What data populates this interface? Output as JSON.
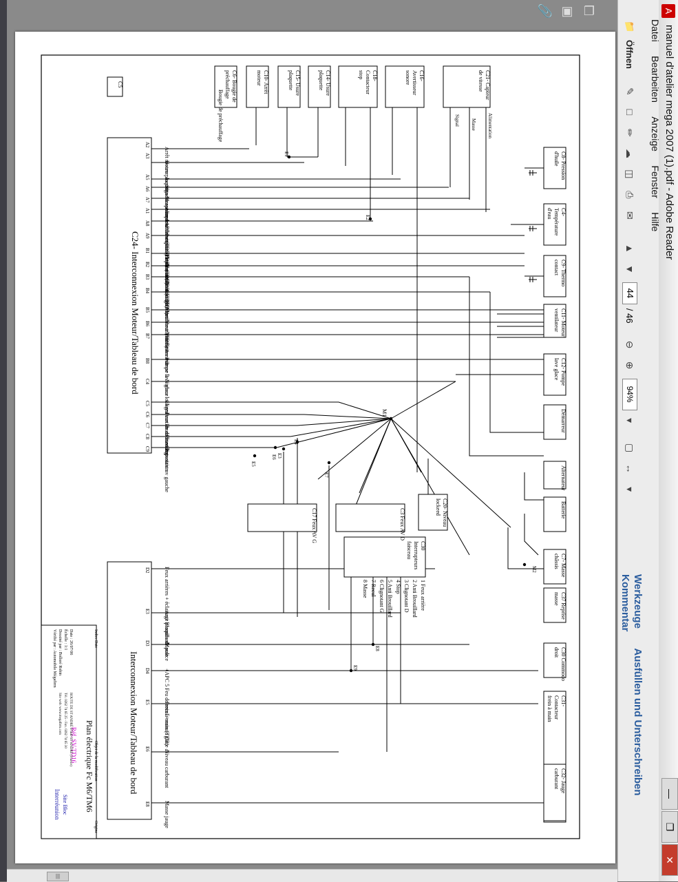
{
  "window": {
    "title": "manuel d'atelier mega 2007 (1).pdf - Adobe Reader"
  },
  "menu": [
    "Datei",
    "Bearbeiten",
    "Anzeige",
    "Fenster",
    "Hilfe"
  ],
  "toolbar": {
    "open": "Öffnen",
    "page_current": "44",
    "page_total": "/ 46",
    "zoom": "94%"
  },
  "panels": [
    "Werkzeuge",
    "Ausfüllen und Unterschreiben",
    "Kommentar"
  ],
  "colors": {
    "wire": "#000000",
    "magenta": "#cc00cc",
    "blue": "#1a1aaa"
  },
  "diagram": {
    "boxes": {
      "c5": "C5",
      "c6": "C6- Bougie de préchauffage",
      "c10": "C10- Arrêt moteur",
      "c15": "C15- Usure plaquette",
      "c14": "C14- Usure plaquette",
      "c18": "C18- Contacteur stop",
      "c16": "C16- Avertisseur sonore",
      "c21": "C21- Capteur de vitesse",
      "c8": "C8- Pression d'huile",
      "c4": "C4- Température d'eau",
      "c9": "C9- Thermo contact",
      "c11": "C11- Moteur ventilateur",
      "c12": "C12- Pompe lave glace",
      "demarreur": "Démarreur",
      "alternateur": "Alternateur",
      "batterie": "Batterie",
      "c7": "C7- Masse châssis",
      "c37": "C37 Reprise masse",
      "c30a": "C30 Commodo droit",
      "c31": "C31- Contacteur frein à main",
      "c32": "C32- Jauge carburant",
      "c20": "C20- Niveau lockeed",
      "c3": "C3 Feux AV D",
      "c17": "C17 Feux AV G",
      "c30": "C30 Interrupteurs faisceau",
      "c24": "C24- Interconnexion Moteur/Tableau de bord",
      "inter2": "Interconnexion Moteur/Tableau de bord"
    },
    "wire_labels": {
      "arret": "Arrêt moteur",
      "usure": "Usure plaquette",
      "avert": "Avertisseur sonore",
      "signal": "Signal capteur de vitesse (TDB)",
      "masse_cap": "Masse capteur de vitesse (TDB)",
      "alim_cap": "Alimentation capteur de vitesse (TDB)",
      "apc": "+APC",
      "pression": "Pression d'huile (TDB)",
      "temp": "Température d'eau (TDB)",
      "thermo": "Thermo contact (TDB)",
      "excit": "Excitation démarreur",
      "charge": "Charge Alternateur (TDB)",
      "vent1": "Ventilateur vitesse 1",
      "vent2": "Ventilateur vitesse 2",
      "vent3": "Ventilateur vitesse 3",
      "pompe": "Pompe lave glace",
      "niveau": "Niveau lookeed",
      "clign_d": "Clignotant av droit",
      "feux_crois": "Feux de croisement",
      "feux_route": "Feux de route",
      "feux_pos": "Feux de position",
      "clign_g": "Clignotant av gauche",
      "feux_ar": "Feux arrières + éclairage plaques de police",
      "anti": "Anti Brouillard",
      "masse": "Masse",
      "apc5": "+APC 5 Feu de recul + essuie glace ar",
      "frein": "Frein à main (TDB)",
      "niveau_carb": "Niveau carburant",
      "masse_jauge": "Masse jauge",
      "bougie": "Bougie de préchauffage",
      "alimentation": "Alimentation",
      "masse_c21": "Masse",
      "signal_c21": "Signal"
    },
    "c30_items": [
      "1 Feux arrière",
      "2 Anti Brouillard",
      "3 Clignotant D",
      "4 Stop",
      "5 Anti Brouillard",
      "6 Clignotant G",
      "7 Recul",
      "8 Masse"
    ],
    "pins_top": [
      "A2",
      "A3",
      "A5",
      "A6",
      "A7",
      "A1",
      "A8",
      "A9",
      "B1",
      "B2",
      "B3",
      "B4",
      "B5",
      "B6",
      "B7",
      "B8",
      "C4",
      "C5",
      "C6",
      "C7",
      "C8",
      "C9"
    ],
    "pins_bottom": [
      "D2",
      "E3",
      "D3",
      "D4",
      "E5",
      "E6",
      "E8"
    ],
    "nodes": [
      "E1",
      "E2",
      "E3",
      "E4",
      "E5",
      "E6",
      "E7",
      "E8",
      "E9",
      "M1",
      "M2"
    ],
    "title_block": {
      "title": "Plan électrique Fc M6/TM6",
      "ref": "Réf. SV-TD16",
      "company": "Interréunion",
      "date": "Date : 26/07/06",
      "scale": "Échelle : 1:1",
      "drawn": "Dessiné par : Bolloré Robin",
      "verified": "Vérifié par : Automobile Mégafirm",
      "addr": "ROUTE DE ST ANDRÉ 97440 ST ANDRÉ (France)",
      "tel": "Tél. 0262 74 65 25 - Fax. 0262 74 65 30",
      "site": "Site web: www.megafirm.com",
      "sitetext": "Site Bloc",
      "indice": "Indice",
      "date_label": "Date",
      "nom": "Objet de la modification",
      "origine": "Origine"
    }
  }
}
